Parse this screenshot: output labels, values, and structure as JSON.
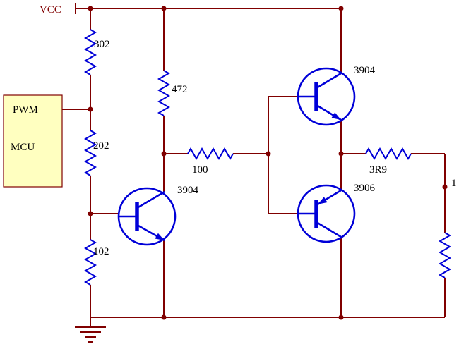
{
  "colors": {
    "wire": "#800000",
    "component": "#0000d8",
    "boxFill": "#ffffc0",
    "label": "#000000"
  },
  "power": {
    "vcc": "VCC"
  },
  "mcu": {
    "pin": "PWM",
    "name": "MCU"
  },
  "resistors": {
    "r1": {
      "value": "302"
    },
    "r2": {
      "value": "202"
    },
    "r3": {
      "value": "102"
    },
    "r4": {
      "value": "472"
    },
    "r5": {
      "value": "100"
    },
    "r6": {
      "value": "3R9"
    },
    "r7": {
      "value": "1"
    }
  },
  "transistors": {
    "q1": {
      "part": "3904"
    },
    "q2": {
      "part": "3904"
    },
    "q3": {
      "part": "3906"
    }
  }
}
